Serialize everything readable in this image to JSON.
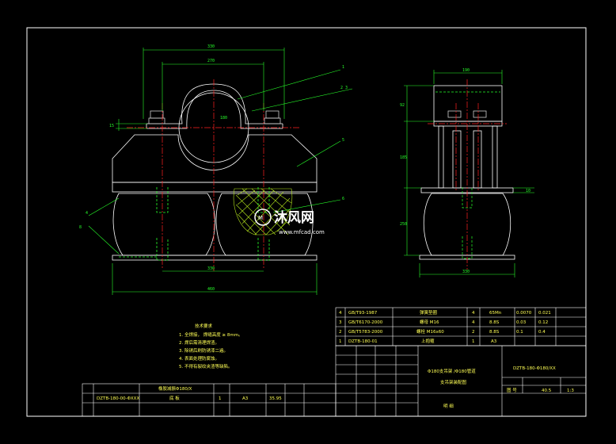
{
  "colors": {
    "background": "#000000",
    "outline": "#ffffff",
    "dimension": "#27ff2a",
    "centerline": "#ff2020",
    "hatch": "#b5e61d",
    "text_yellow": "#ffff55",
    "bolt": "#cfcfcf"
  },
  "front_view": {
    "dim_top_outer": "330",
    "dim_top_inner": "270",
    "dim_bottom": "460",
    "dim_base": "330",
    "dim_left": "15",
    "pipe_label": "180",
    "balloons": [
      "1",
      "2 3",
      "5",
      "6",
      "4",
      "8"
    ]
  },
  "side_view": {
    "dim_top": "190",
    "dim_bottom": "330",
    "dim_right": "10",
    "dim_h1": "92",
    "dim_h2": "185",
    "dim_h3": "250"
  },
  "notes": {
    "title": "技术要求",
    "lines": [
      "1. 全焊接，  焊缝高度  ≥ 8mm。",
      "2. 焊后需清理焊渣。",
      "3. 除锈后刷防锈漆二遍。",
      "4. 表面处理防腐蚀。",
      "5. 不得有裂纹夹渣等缺陷。"
    ]
  },
  "parts_list": [
    {
      "no": "4",
      "code": "GB/T93-1987",
      "name": "弹簧垫圈",
      "qty": "4",
      "mat": "65Mn",
      "w1": "0.0070",
      "w2": "0.021"
    },
    {
      "no": "3",
      "code": "GB/T6170-2000",
      "name": "螺母 M16",
      "qty": "4",
      "mat": "8.8S",
      "w1": "0.03",
      "w2": "0.12"
    },
    {
      "no": "2",
      "code": "GB/T5783-2000",
      "name": "螺栓 M16x60",
      "qty": "2",
      "mat": "8.8S",
      "w1": "0.1",
      "w2": "0.4"
    },
    {
      "no": "1",
      "code": "DZTB-180-01",
      "name": "上抱箍",
      "qty": "1",
      "mat": "A3",
      "w1": "",
      "w2": ""
    }
  ],
  "title_block": {
    "title_1": "Φ180支吊架 /Φ180管道",
    "title_2": "支吊架装配图",
    "drawing_no": "DZTB-180-Φ180/XX",
    "weight": "40.5",
    "scale": "1:3",
    "sheet": "图 号",
    "footer": "明 细"
  },
  "bottom_table": {
    "code": "DZTB-180-00-ΦXXX",
    "name": "橡胶减振Φ180/X",
    "name2": "底 板",
    "qty": "1",
    "mat": "A3",
    "val": "35.95"
  },
  "watermark": {
    "brand": "沐风网",
    "url": "www.mfcad.com"
  }
}
